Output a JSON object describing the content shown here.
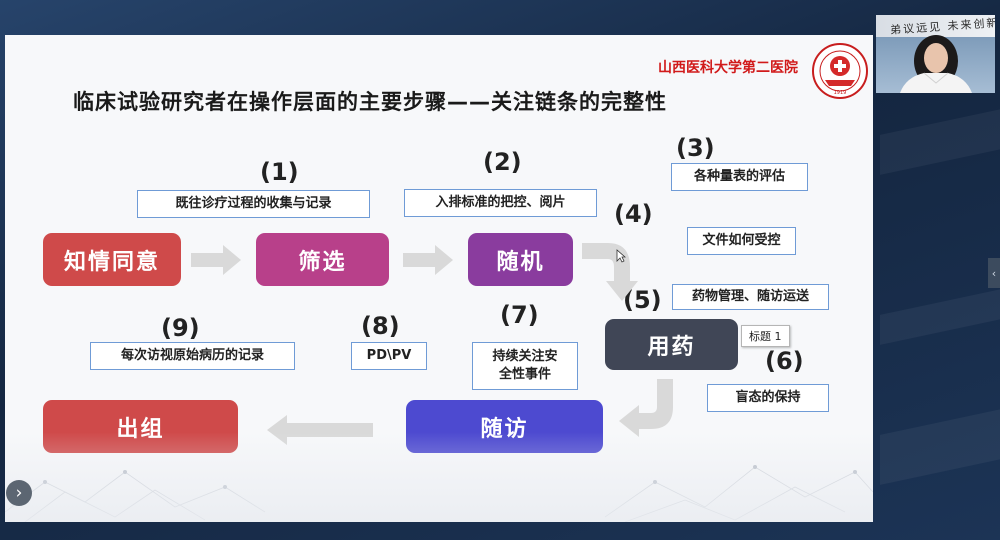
{
  "slide": {
    "hospital_name": "山西医科大学第二医院",
    "title": "临床试验研究者在操作层面的主要步骤——关注链条的完整性",
    "steps": {
      "s1": {
        "number": "(1)",
        "note": "既往诊疗过程的收集与记录"
      },
      "s2": {
        "number": "(2)",
        "note": "入排标准的把控、阅片"
      },
      "s3": {
        "number": "(3)",
        "note": "各种量表的评估"
      },
      "s4": {
        "number": "(4)",
        "note": "文件如何受控"
      },
      "s5": {
        "number": "(5)",
        "note": "药物管理、随访运送"
      },
      "s6": {
        "number": "(6)",
        "note": "盲态的保持"
      },
      "s7": {
        "number": "(7)",
        "note": "持续关注安全性事件",
        "note_line1": "持续关注安",
        "note_line2": "全性事件"
      },
      "s8": {
        "number": "(8)",
        "note": "PD\\PV"
      },
      "s9": {
        "number": "(9)",
        "note": "每次访视原始病历的记录"
      }
    },
    "boxes": {
      "informed_consent": {
        "label": "知情同意",
        "color": "#cf4a4a"
      },
      "screening": {
        "label": "筛选",
        "color": "#b8408a"
      },
      "randomization": {
        "label": "随机",
        "color": "#8a3c9e"
      },
      "medication": {
        "label": "用药",
        "color": "#404656"
      },
      "follow_up": {
        "label": "随访",
        "color": "#4d4ad0"
      },
      "exit": {
        "label": "出组",
        "color": "#cf4a4a"
      }
    },
    "tooltip": "标题 1",
    "arrow_color": "#d9d9d9"
  },
  "webcam": {
    "banner_text": "弟议远见 未来创新"
  },
  "icons": {
    "left_nav": "chevron-right-icon",
    "right_tab": "chevron-left-icon",
    "cursor": "mouse-pointer-icon"
  }
}
